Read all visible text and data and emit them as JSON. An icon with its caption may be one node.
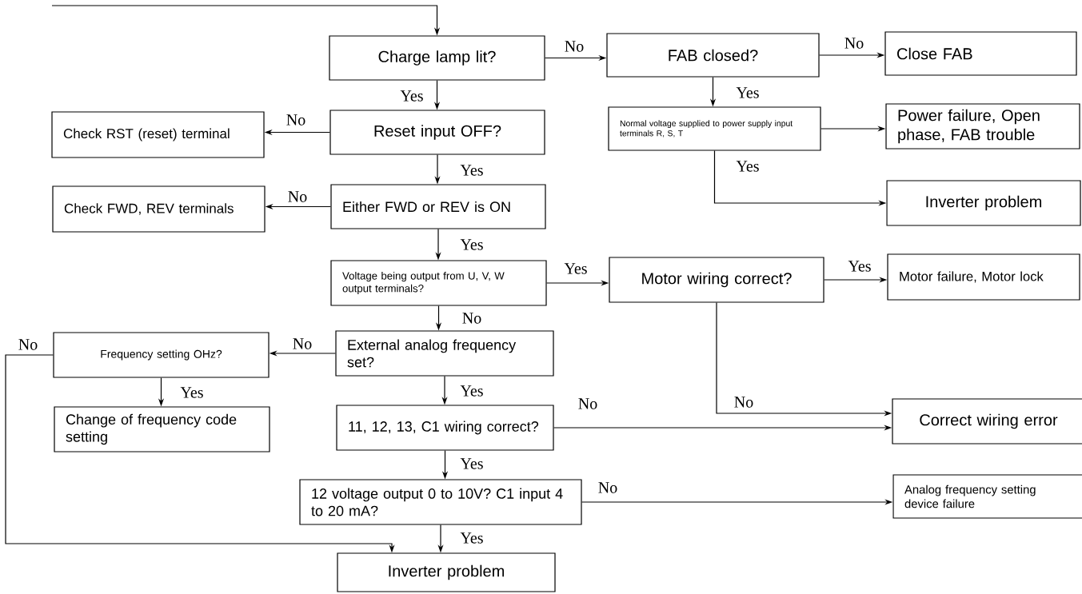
{
  "diagram": {
    "nodes": [
      {
        "text": [
          "Charge lamp lit?"
        ]
      },
      {
        "text": [
          "FAB closed?"
        ]
      },
      {
        "text": [
          "Close FAB"
        ]
      },
      {
        "text": [
          "Check RST (reset) terminal"
        ]
      },
      {
        "text": [
          "Reset input OFF?"
        ]
      },
      {
        "text": [
          "Normal voltage supplied to power supply input terminals R, S, T"
        ]
      },
      {
        "text": [
          "Power failure, Open phase, FAB trouble"
        ]
      },
      {
        "text": [
          "Check FWD, REV terminals"
        ]
      },
      {
        "text": [
          "Either FWD or REV is ON"
        ]
      },
      {
        "text": [
          "Inverter problem"
        ]
      },
      {
        "text": [
          "Voltage being output from U, V, W output terminals?"
        ]
      },
      {
        "text": [
          "Motor wiring correct?"
        ]
      },
      {
        "text": [
          "Motor failure, Motor lock"
        ]
      },
      {
        "text": [
          "Frequency setting OHz?"
        ]
      },
      {
        "text": [
          "External analog frequency set?"
        ]
      },
      {
        "text": [
          "Change of frequency code setting"
        ]
      },
      {
        "text": [
          "11, 12, 13, C1 wiring correct?"
        ]
      },
      {
        "text": [
          "Correct wiring error"
        ]
      },
      {
        "text": [
          "12 voltage output 0 to 10V? C1 input 4 to 20 mA?"
        ]
      },
      {
        "text": [
          "Analog frequency setting device failure"
        ]
      },
      {
        "text": [
          "Inverter problem"
        ]
      }
    ],
    "edges": [
      {
        "from": null,
        "to": 0,
        "arrow": "to"
      },
      {
        "from": 0,
        "to": 1,
        "arrow": "to",
        "label": "No"
      },
      {
        "from": 1,
        "to": 2,
        "arrow": "to",
        "label": "No"
      },
      {
        "from": 0,
        "to": 4,
        "arrow": "to",
        "label": "Yes"
      },
      {
        "from": 4,
        "to": 3,
        "arrow": "to",
        "label": "No"
      },
      {
        "from": 1,
        "to": 5,
        "arrow": "to",
        "label": "Yes"
      },
      {
        "from": 5,
        "to": 6,
        "arrow": "to"
      },
      {
        "from": 5,
        "to": 9,
        "arrow": "to",
        "label": "Yes"
      },
      {
        "from": 4,
        "to": 8,
        "arrow": "to",
        "label": "Yes"
      },
      {
        "from": 8,
        "to": 7,
        "arrow": "to",
        "label": "No"
      },
      {
        "from": 8,
        "to": 10,
        "arrow": "to",
        "label": "Yes"
      },
      {
        "from": 10,
        "to": 11,
        "arrow": "to",
        "label": "Yes"
      },
      {
        "from": 11,
        "to": 12,
        "arrow": "to",
        "label": "Yes"
      },
      {
        "from": 11,
        "to": 17,
        "arrow": "to",
        "label": "No"
      },
      {
        "from": 10,
        "to": 14,
        "arrow": "to",
        "label": "No"
      },
      {
        "from": 14,
        "to": 13,
        "arrow": "to",
        "label": "No"
      },
      {
        "from": 14,
        "to": 16,
        "arrow": "to",
        "label": "Yes"
      },
      {
        "from": 13,
        "to": 15,
        "arrow": "to",
        "label": "Yes"
      },
      {
        "from": 13,
        "to": 20,
        "arrow": "to",
        "label": "No"
      },
      {
        "from": 16,
        "to": 17,
        "arrow": "to",
        "label": "No"
      },
      {
        "from": 16,
        "to": 18,
        "arrow": "to",
        "label": "Yes"
      },
      {
        "from": 18,
        "to": 19,
        "arrow": "to",
        "label": "No"
      },
      {
        "from": 18,
        "to": 20,
        "arrow": "to",
        "label": "Yes"
      }
    ]
  }
}
